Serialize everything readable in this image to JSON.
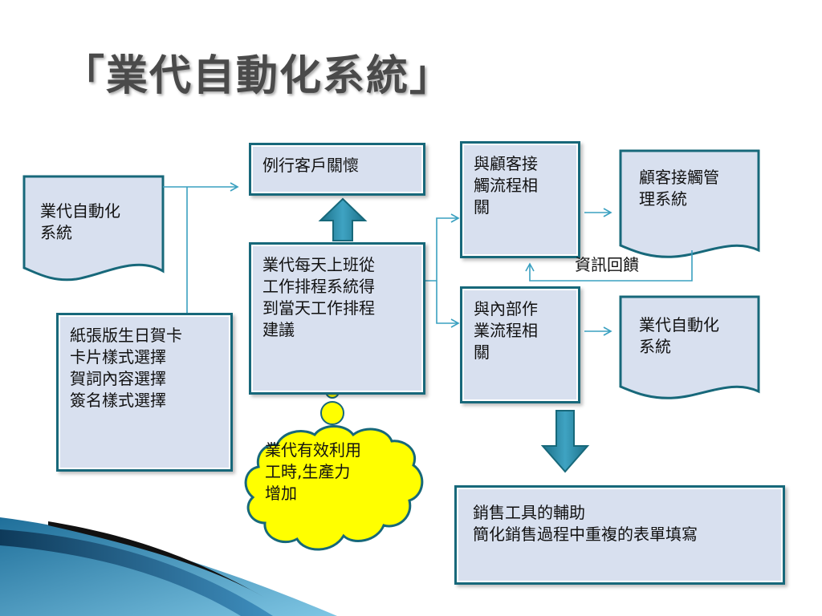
{
  "title": "「業代自動化系統」",
  "nodes": {
    "source_system": "業代自動化\n系統",
    "card_options": "紙張版生日賀卡\n卡片樣式選擇\n賀詞內容選擇\n簽名樣式選擇",
    "routine_care": "例行客戶關懷",
    "daily_schedule": "業代每天上班從\n工作排程系統得\n到當天工作排程\n建議",
    "customer_contact_flow": "與顧客接\n觸流程相\n關",
    "internal_flow": "與內部作\n業流程相\n關",
    "crm_system": "顧客接觸管\n理系統",
    "target_system": "業代自動化\n系統",
    "sales_tools": "銷售工具的輔助\n簡化銷售過程中重複的表單填寫"
  },
  "feedback_label": "資訊回饋",
  "cloud_note": "業代有效利用\n工時,生產力\n增加",
  "colors": {
    "box_fill": "#d8e0ef",
    "box_border": "#17687a",
    "arrow_fill": "#2e8fa9",
    "connector": "#3aa0c0",
    "cloud_fill": "#ffff00",
    "cloud_border": "#17687a",
    "title": "#4a4a4a"
  }
}
